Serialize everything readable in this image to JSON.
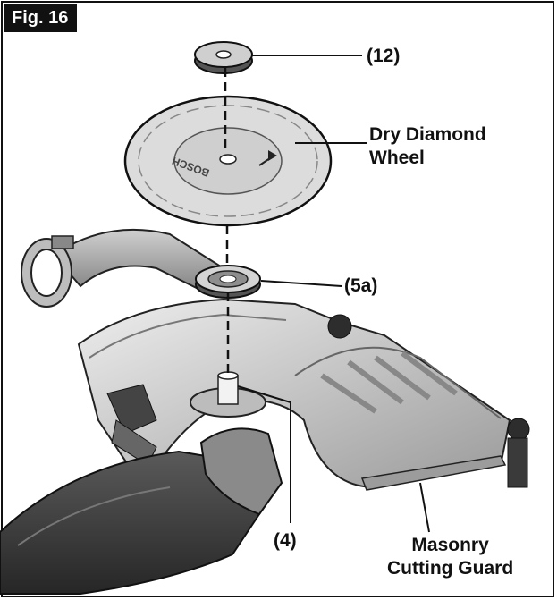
{
  "figure": {
    "tag": "Fig. 16"
  },
  "labels": {
    "flange_nut": "(12)",
    "wheel_line1": "Dry Diamond",
    "wheel_line2": "Wheel",
    "mounting_flange": "(5a)",
    "spindle": "(4)",
    "guard_line1": "Masonry",
    "guard_line2": "Cutting Guard"
  },
  "wheel_brand": "BOSCH",
  "colors": {
    "ink": "#111111",
    "metal_light": "#d9d9d9",
    "metal_mid": "#a8a8a8",
    "metal_dark": "#555555",
    "tool_body": "#3a3a3a"
  }
}
